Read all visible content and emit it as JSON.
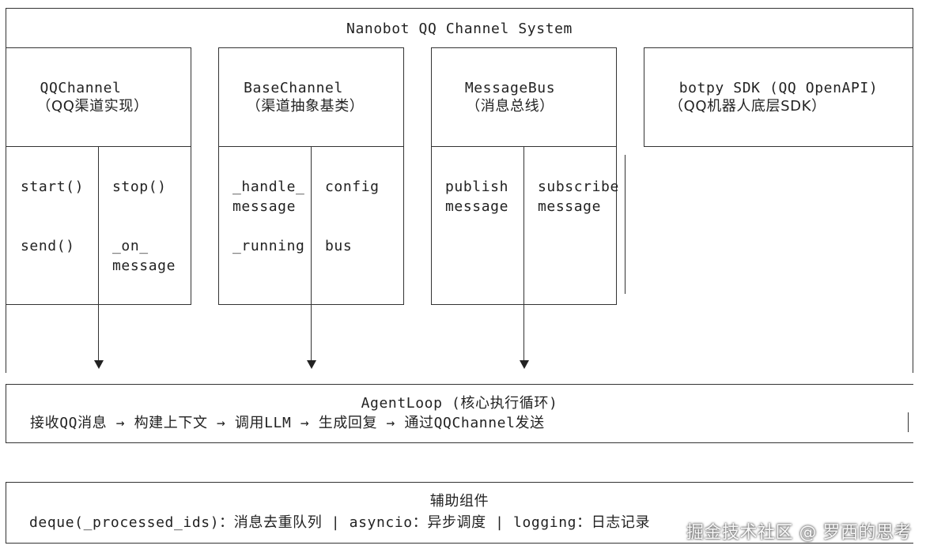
{
  "title": "Nanobot QQ Channel System",
  "components": [
    {
      "name": "QQChannel",
      "subtitle": "（QQ渠道实现）",
      "items": [
        "start()",
        "stop()",
        "send()",
        "_on_\nmessage"
      ]
    },
    {
      "name": "BaseChannel",
      "subtitle": "（渠道抽象基类）",
      "items": [
        "_handle_\nmessage",
        "config",
        "_running",
        "bus"
      ]
    },
    {
      "name": "MessageBus",
      "subtitle": "（消息总线）",
      "items": [
        "publish\nmessage",
        "subscribe\nmessage"
      ]
    },
    {
      "name": "botpy SDK (QQ OpenAPI)",
      "subtitle": "（QQ机器人底层SDK）",
      "items": []
    }
  ],
  "agent_loop": {
    "title": "AgentLoop (核心执行循环)",
    "flow": "接收QQ消息 → 构建上下文 → 调用LLM → 生成回复 → 通过QQChannel发送"
  },
  "helpers": {
    "title": "辅助组件",
    "items": "deque(_processed_ids)：消息去重队列 | asyncio：异步调度 | logging：日志记录"
  },
  "watermark": "掘金技术社区 @ 罗西的思考"
}
